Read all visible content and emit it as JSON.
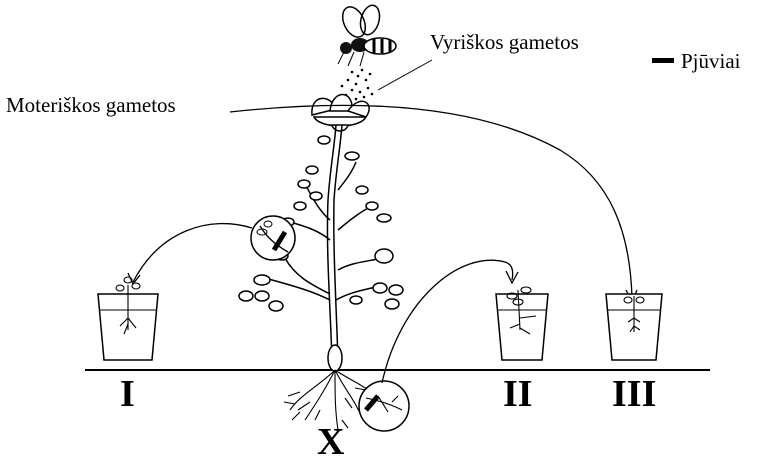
{
  "labels": {
    "male_gametes": "Vyriškos gametos",
    "female_gametes": "Moteriškos gametos",
    "cuts_legend": "Pjūviai",
    "pot_1": "I",
    "pot_2": "II",
    "pot_3": "III",
    "plant": "X"
  }
}
